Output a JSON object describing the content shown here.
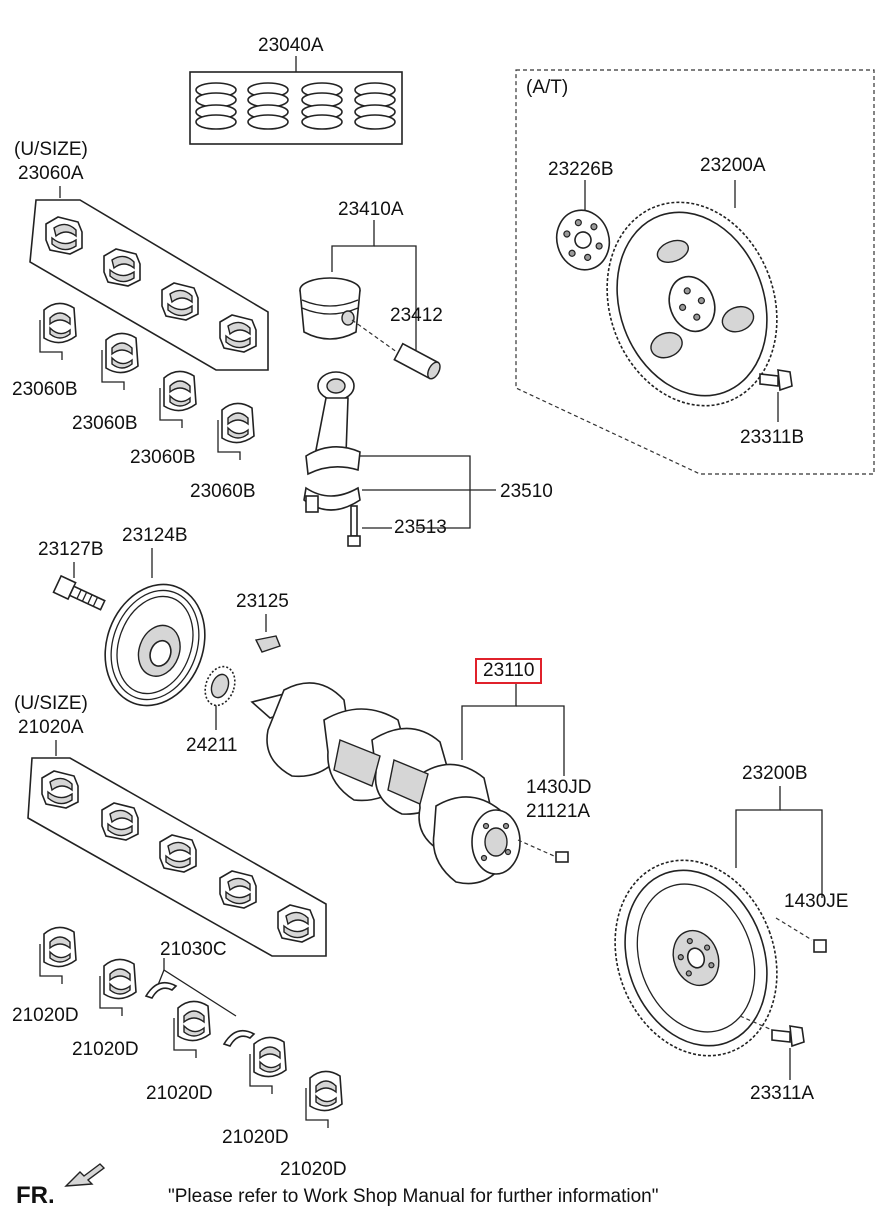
{
  "labels": {
    "p23040A": "23040A",
    "at": "(A/T)",
    "usize1": "(U/SIZE)",
    "p23060A": "23060A",
    "p23226B": "23226B",
    "p23200A": "23200A",
    "p23410A": "23410A",
    "p23412": "23412",
    "p23060B_1": "23060B",
    "p23060B_2": "23060B",
    "p23060B_3": "23060B",
    "p23060B_4": "23060B",
    "p23311B": "23311B",
    "p23510": "23510",
    "p23513": "23513",
    "p23127B": "23127B",
    "p23124B": "23124B",
    "p23125": "23125",
    "p23110": "23110",
    "usize2": "(U/SIZE)",
    "p21020A": "21020A",
    "p24211": "24211",
    "p1430JD": "1430JD",
    "p21121A": "21121A",
    "p23200B": "23200B",
    "p1430JE": "1430JE",
    "p21030C": "21030C",
    "p21020D_1": "21020D",
    "p21020D_2": "21020D",
    "p21020D_3": "21020D",
    "p21020D_4": "21020D",
    "p21020D_5": "21020D",
    "p23311A": "23311A"
  },
  "footer": {
    "direction": "FR.",
    "note": "\"Please refer to Work Shop Manual for further information\""
  },
  "colors": {
    "highlight": "#e0212b",
    "line": "#222222",
    "shade": "#d6d6d6"
  }
}
